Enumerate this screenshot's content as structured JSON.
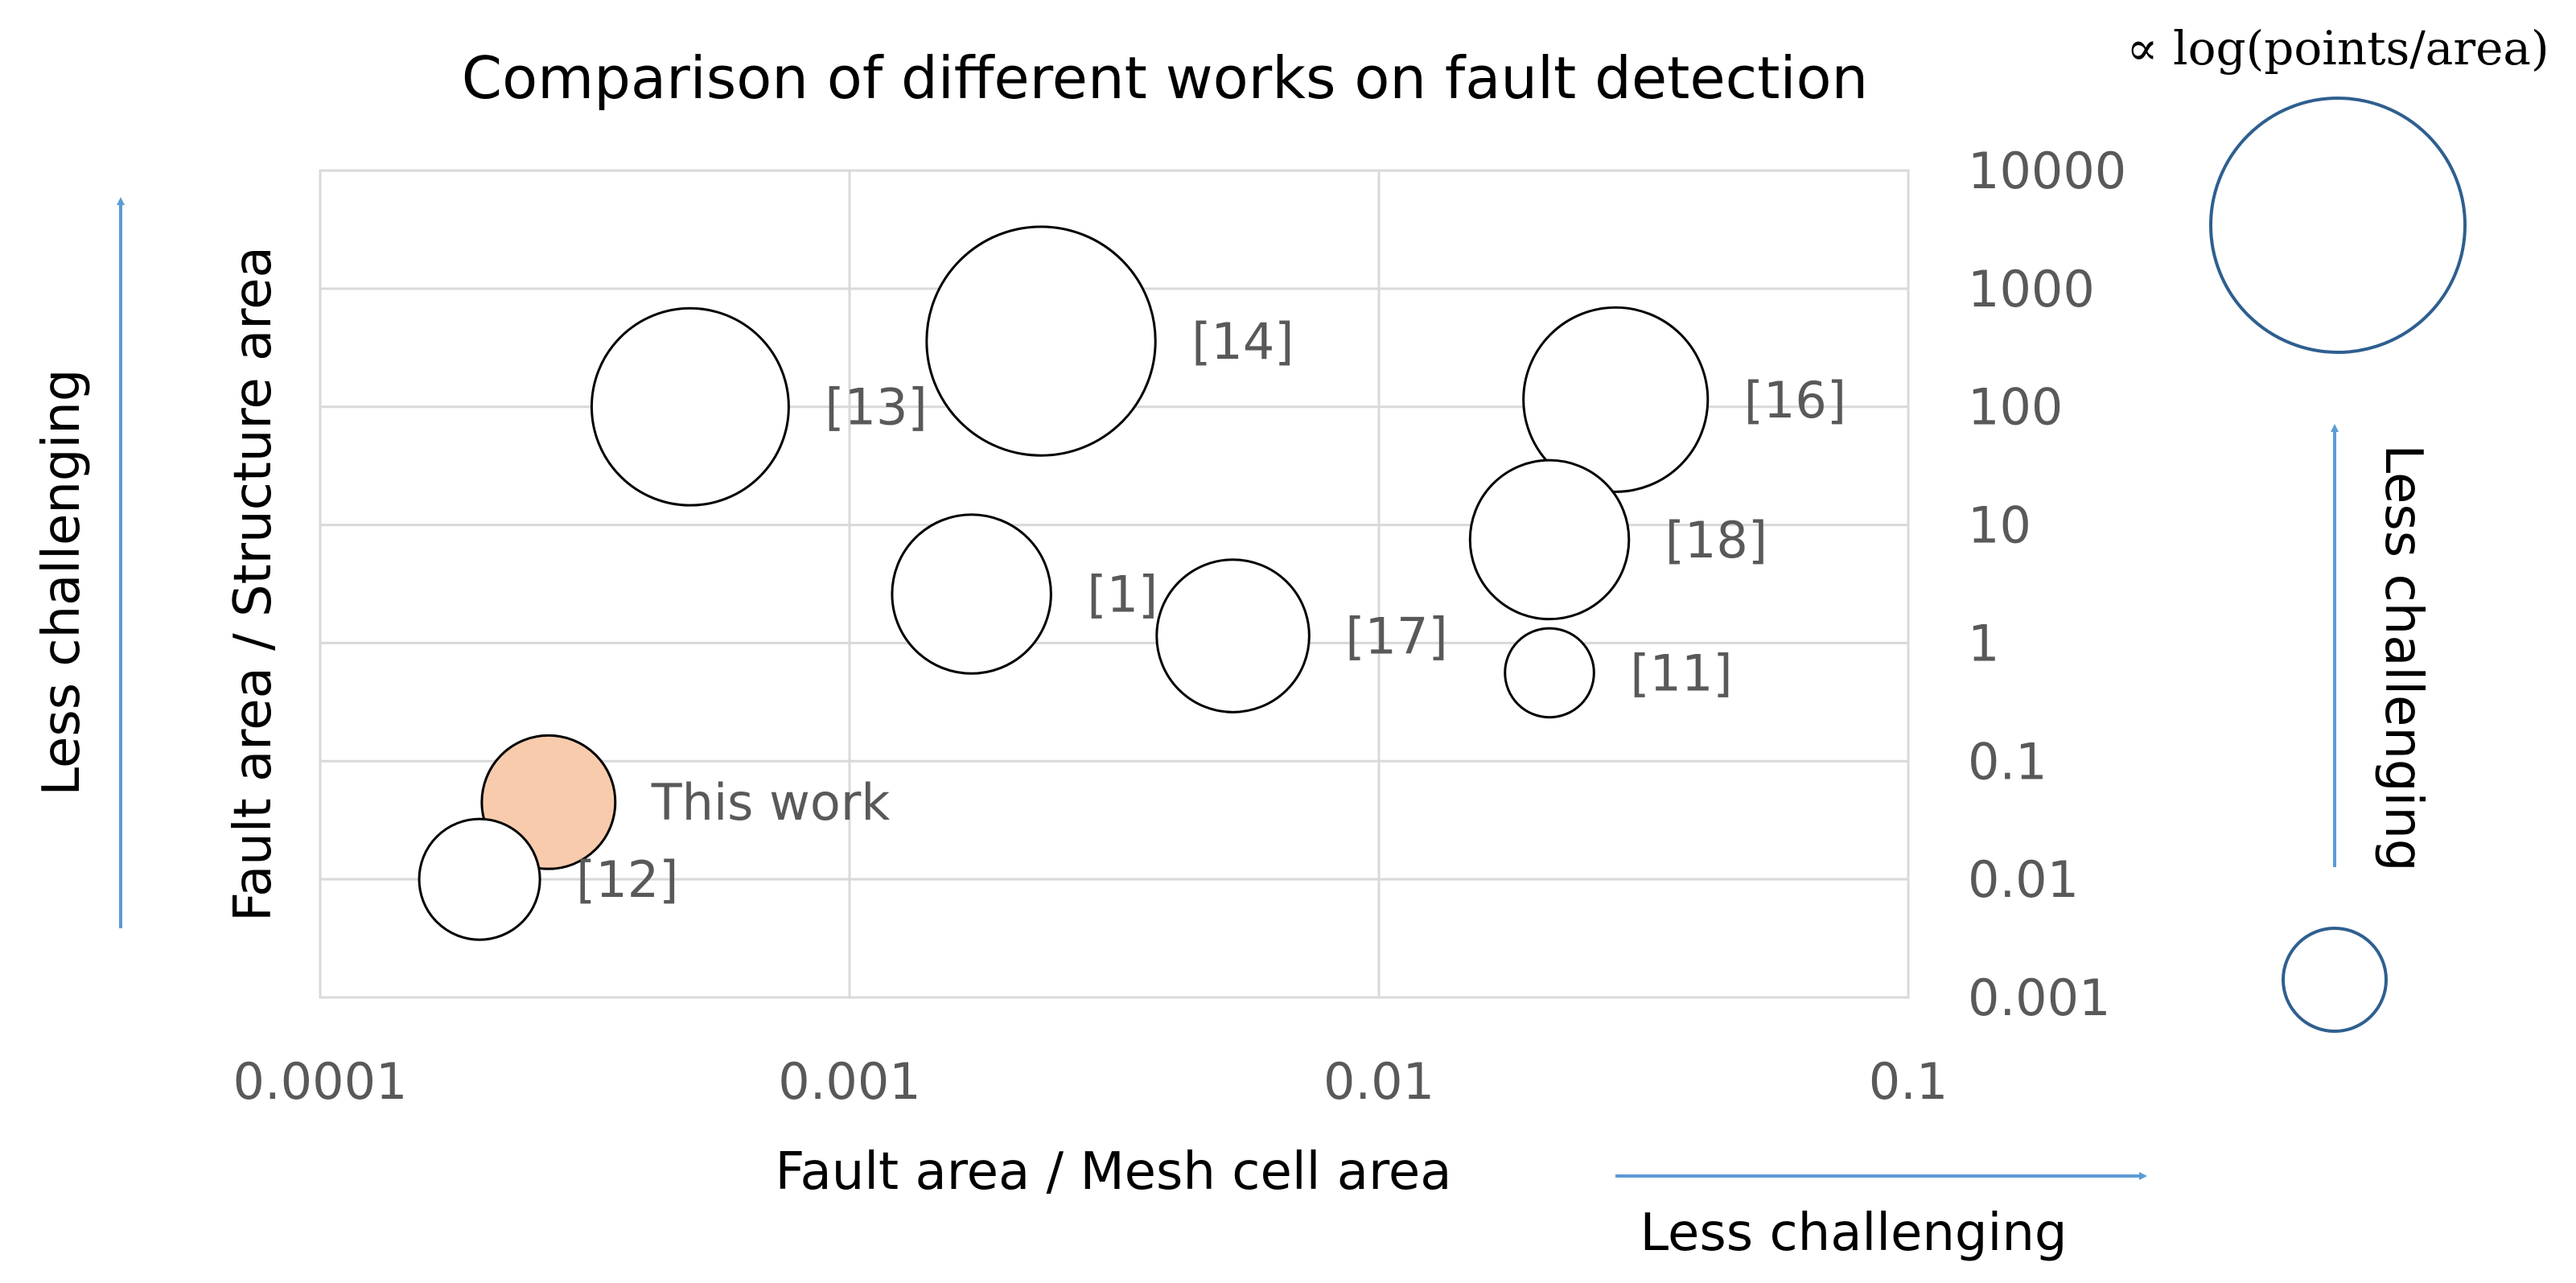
{
  "chart_data": {
    "type": "scatter",
    "title": "Comparison of different works on fault detection",
    "xlabel": "Fault area / Mesh cell area",
    "ylabel": "Fault area / Structure area",
    "x_scale": "log",
    "y_scale": "log",
    "xlim": [
      0.0001,
      0.1
    ],
    "ylim": [
      0.001,
      10000
    ],
    "x_ticks": [
      "0.0001",
      "0.001",
      "0.01",
      "0.1"
    ],
    "y_ticks": [
      "0.001",
      "0.01",
      "0.1",
      "1",
      "10",
      "100",
      "1000",
      "10000"
    ],
    "grid": true,
    "bubble_legend_label": "∝ log(points/area)",
    "x_arrow_label": "Less challenging",
    "y_arrow_label": "Less challenging",
    "bubble_legend_arrow_label": "Less challenging",
    "colors": {
      "highlight": "#f8cbad",
      "legend_circle": "#2e5f8f",
      "arrow": "#5b9bd5",
      "grid": "#d9d9d9",
      "tick_text": "#595959"
    },
    "points": [
      {
        "label": "[13]",
        "x": 0.0005,
        "y": 100,
        "size": 3.1
      },
      {
        "label": "[14]",
        "x": 0.0023,
        "y": 360,
        "size": 3.6
      },
      {
        "label": "[16]",
        "x": 0.028,
        "y": 115,
        "size": 2.9
      },
      {
        "label": "[18]",
        "x": 0.021,
        "y": 7.5,
        "size": 2.5
      },
      {
        "label": "[1]",
        "x": 0.0017,
        "y": 2.6,
        "size": 2.5
      },
      {
        "label": "[17]",
        "x": 0.0053,
        "y": 1.15,
        "size": 2.4
      },
      {
        "label": "[11]",
        "x": 0.021,
        "y": 0.56,
        "size": 1.4
      },
      {
        "label": "This work",
        "x": 0.00027,
        "y": 0.045,
        "size": 2.1,
        "highlight": true
      },
      {
        "label": "[12]",
        "x": 0.0002,
        "y": 0.01,
        "size": 1.9
      }
    ]
  }
}
